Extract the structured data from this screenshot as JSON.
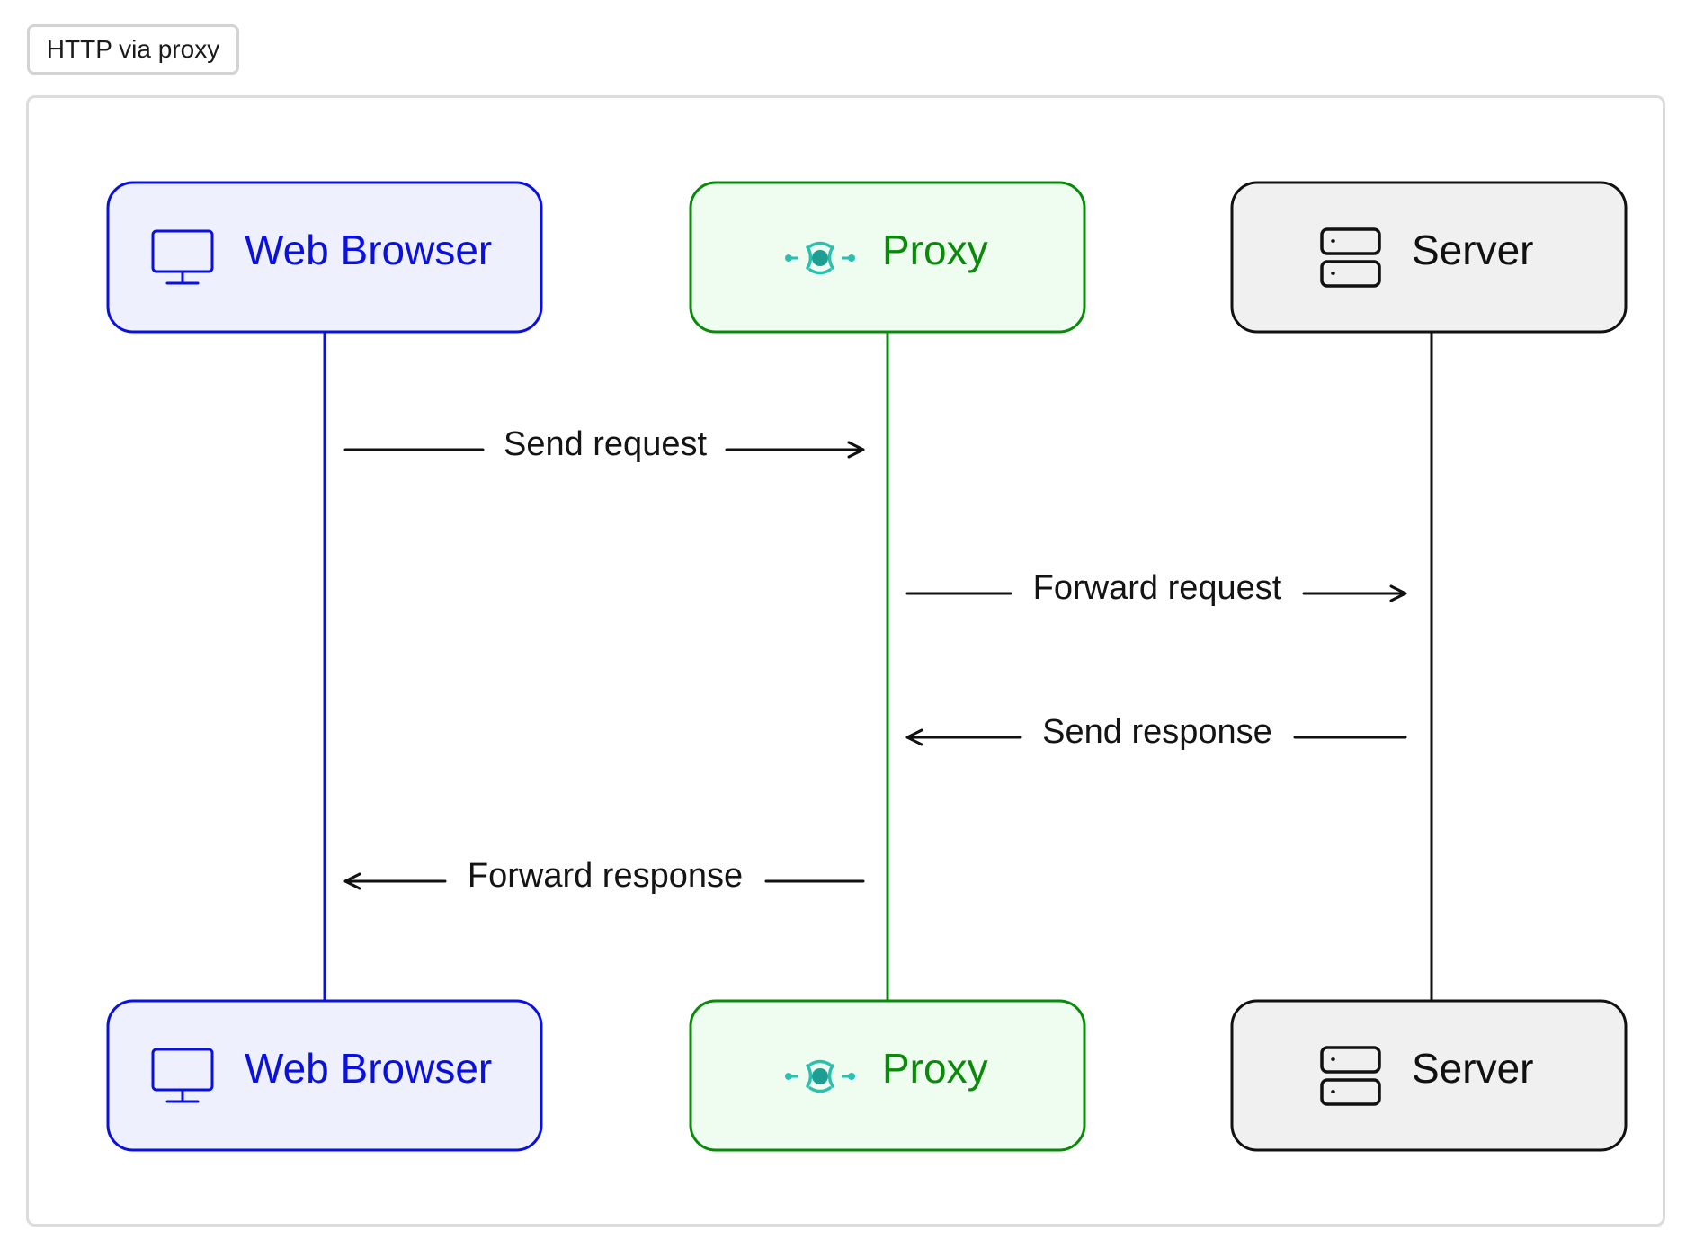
{
  "tag": {
    "label": "HTTP via proxy"
  },
  "participants": [
    {
      "id": "browser",
      "label": "Web Browser",
      "icon": "monitor-icon",
      "color": "#0a10e0",
      "fill": "#eff0fd"
    },
    {
      "id": "proxy",
      "label": "Proxy",
      "icon": "proxy-node-icon",
      "color": "#0a8a0a",
      "fill": "#effdf0",
      "icon_color": "#2bbfb0"
    },
    {
      "id": "server",
      "label": "Server",
      "icon": "server-icon",
      "color": "#111111",
      "fill": "#f0f0f0"
    }
  ],
  "messages": [
    {
      "from": "browser",
      "to": "proxy",
      "label": "Send request"
    },
    {
      "from": "proxy",
      "to": "server",
      "label": "Forward request"
    },
    {
      "from": "server",
      "to": "proxy",
      "label": "Send response"
    },
    {
      "from": "proxy",
      "to": "browser",
      "label": "Forward response"
    }
  ]
}
